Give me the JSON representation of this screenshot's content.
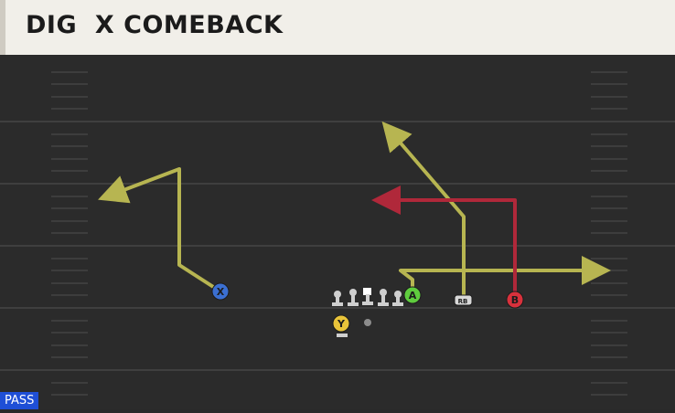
{
  "play": {
    "title": "DIG  X COMEBACK",
    "badge": "PASS"
  },
  "players": {
    "x": "X",
    "y": "Y",
    "a": "A",
    "b": "B",
    "rb": "RB"
  },
  "colors": {
    "title_bg": "#f1efe9",
    "field_bg": "#2b2b2b",
    "route_yellow": "#b7b551",
    "route_red": "#b0283a",
    "x_player": "#3b6fd1",
    "y_player": "#e9c43a",
    "a_player": "#5fcc3e",
    "b_player": "#d8313c",
    "rb_player": "#d9d9d9",
    "badge_bg": "#1f4fd6"
  }
}
